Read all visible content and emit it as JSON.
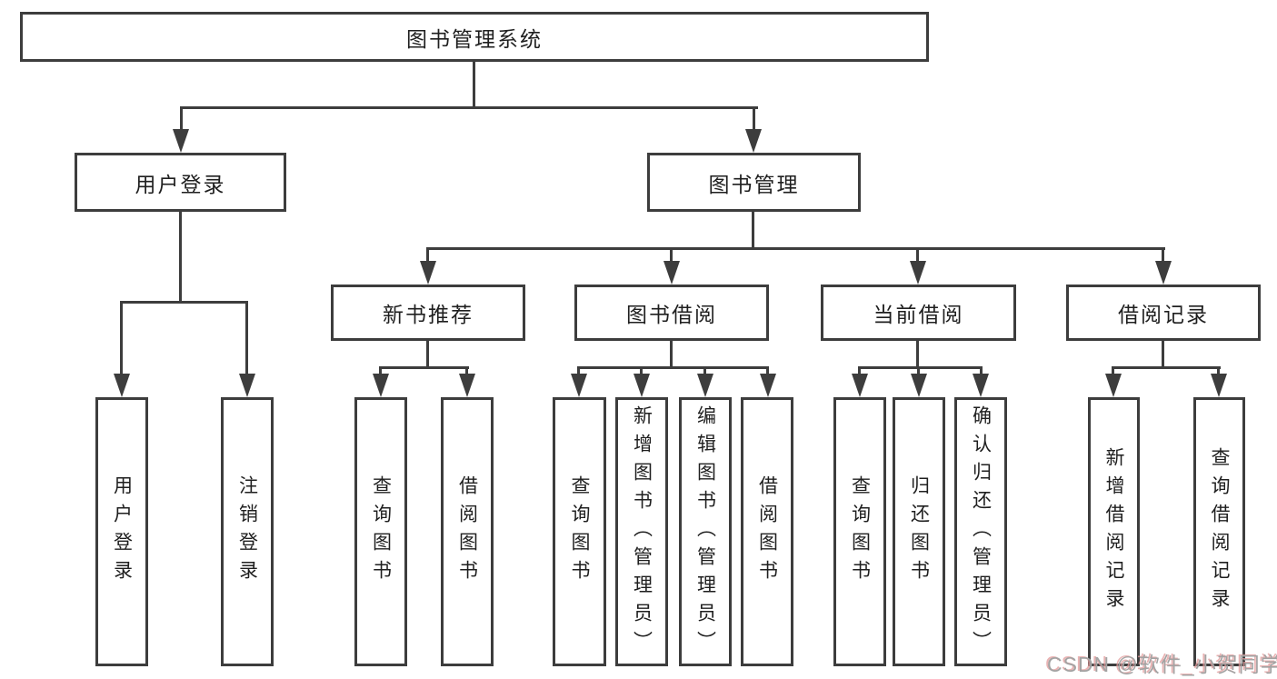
{
  "tree": {
    "root": {
      "label": "图书管理系统"
    },
    "branches": [
      {
        "label": "用户登录",
        "children": [
          {
            "label": "用户登录"
          },
          {
            "label": "注销登录"
          }
        ]
      },
      {
        "label": "图书管理",
        "children": [
          {
            "label": "新书推荐",
            "children": [
              {
                "label": "查询图书"
              },
              {
                "label": "借阅图书"
              }
            ]
          },
          {
            "label": "图书借阅",
            "children": [
              {
                "label": "查询图书"
              },
              {
                "label": "新增图书（管理员）"
              },
              {
                "label": "编辑图书（管理员）"
              },
              {
                "label": "借阅图书"
              }
            ]
          },
          {
            "label": "当前借阅",
            "children": [
              {
                "label": "查询图书"
              },
              {
                "label": "归还图书"
              },
              {
                "label": "确认归还（管理员）"
              }
            ]
          },
          {
            "label": "借阅记录",
            "children": [
              {
                "label": "新增借阅记录"
              },
              {
                "label": "查询借阅记录"
              }
            ]
          }
        ]
      }
    ]
  },
  "colors": {
    "line": "#3d3d3d",
    "text": "#1f1f1f",
    "background": "#ffffff",
    "watermark": "#a3a3a3"
  },
  "watermark": {
    "text": "CSDN @软件_小贺同学"
  }
}
